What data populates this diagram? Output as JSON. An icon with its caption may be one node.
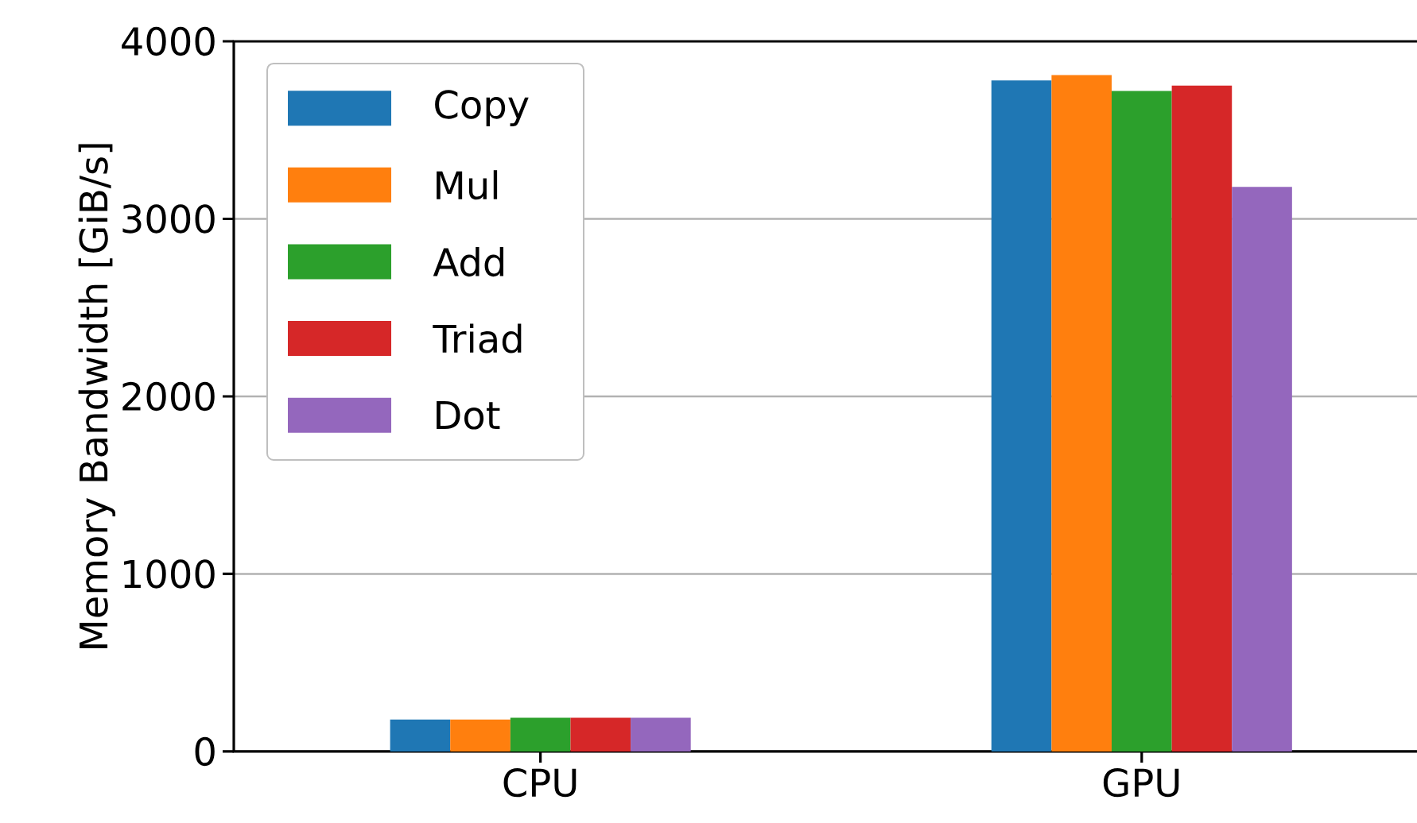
{
  "diagram": {
    "chart_data": {
      "type": "bar",
      "ylabel": "Memory Bandwidth [GiB/s]",
      "categories": [
        "CPU",
        "GPU"
      ],
      "series": [
        {
          "name": "Copy",
          "color": "#1f77b4",
          "values": [
            180,
            3780
          ]
        },
        {
          "name": "Mul",
          "color": "#ff7f0e",
          "values": [
            180,
            3810
          ]
        },
        {
          "name": "Add",
          "color": "#2ca02c",
          "values": [
            190,
            3720
          ]
        },
        {
          "name": "Triad",
          "color": "#d62728",
          "values": [
            190,
            3750
          ]
        },
        {
          "name": "Dot",
          "color": "#9467bd",
          "values": [
            190,
            3180
          ]
        }
      ],
      "ylim": [
        0,
        4000
      ],
      "yticks": [
        0,
        1000,
        2000,
        3000,
        4000
      ],
      "grid": "y",
      "legend": "upper left"
    }
  }
}
